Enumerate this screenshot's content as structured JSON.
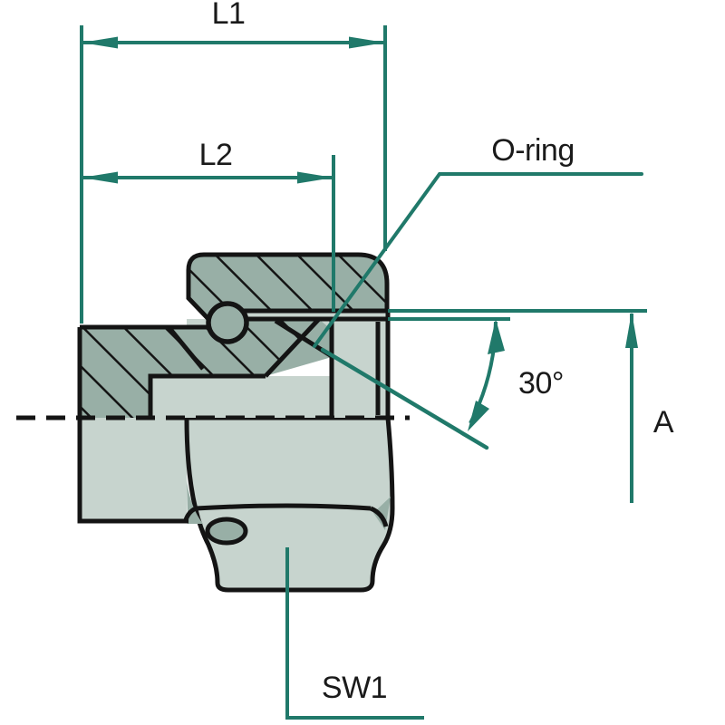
{
  "diagram": {
    "type": "technical-drawing",
    "subject": "hydraulic fitting cross-section with O-ring seal, dimension annotations",
    "labels": {
      "l1": "L1",
      "l2": "L2",
      "oring": "O-ring",
      "angle": "30°",
      "a": "A",
      "sw1": "SW1"
    },
    "colors": {
      "annotation_teal": "#20796a",
      "outline_black": "#141414",
      "metal_dark": "#98afa6",
      "metal_light": "#c7d4ce",
      "background": "#ffffff",
      "text": "#1a1a1a"
    }
  }
}
